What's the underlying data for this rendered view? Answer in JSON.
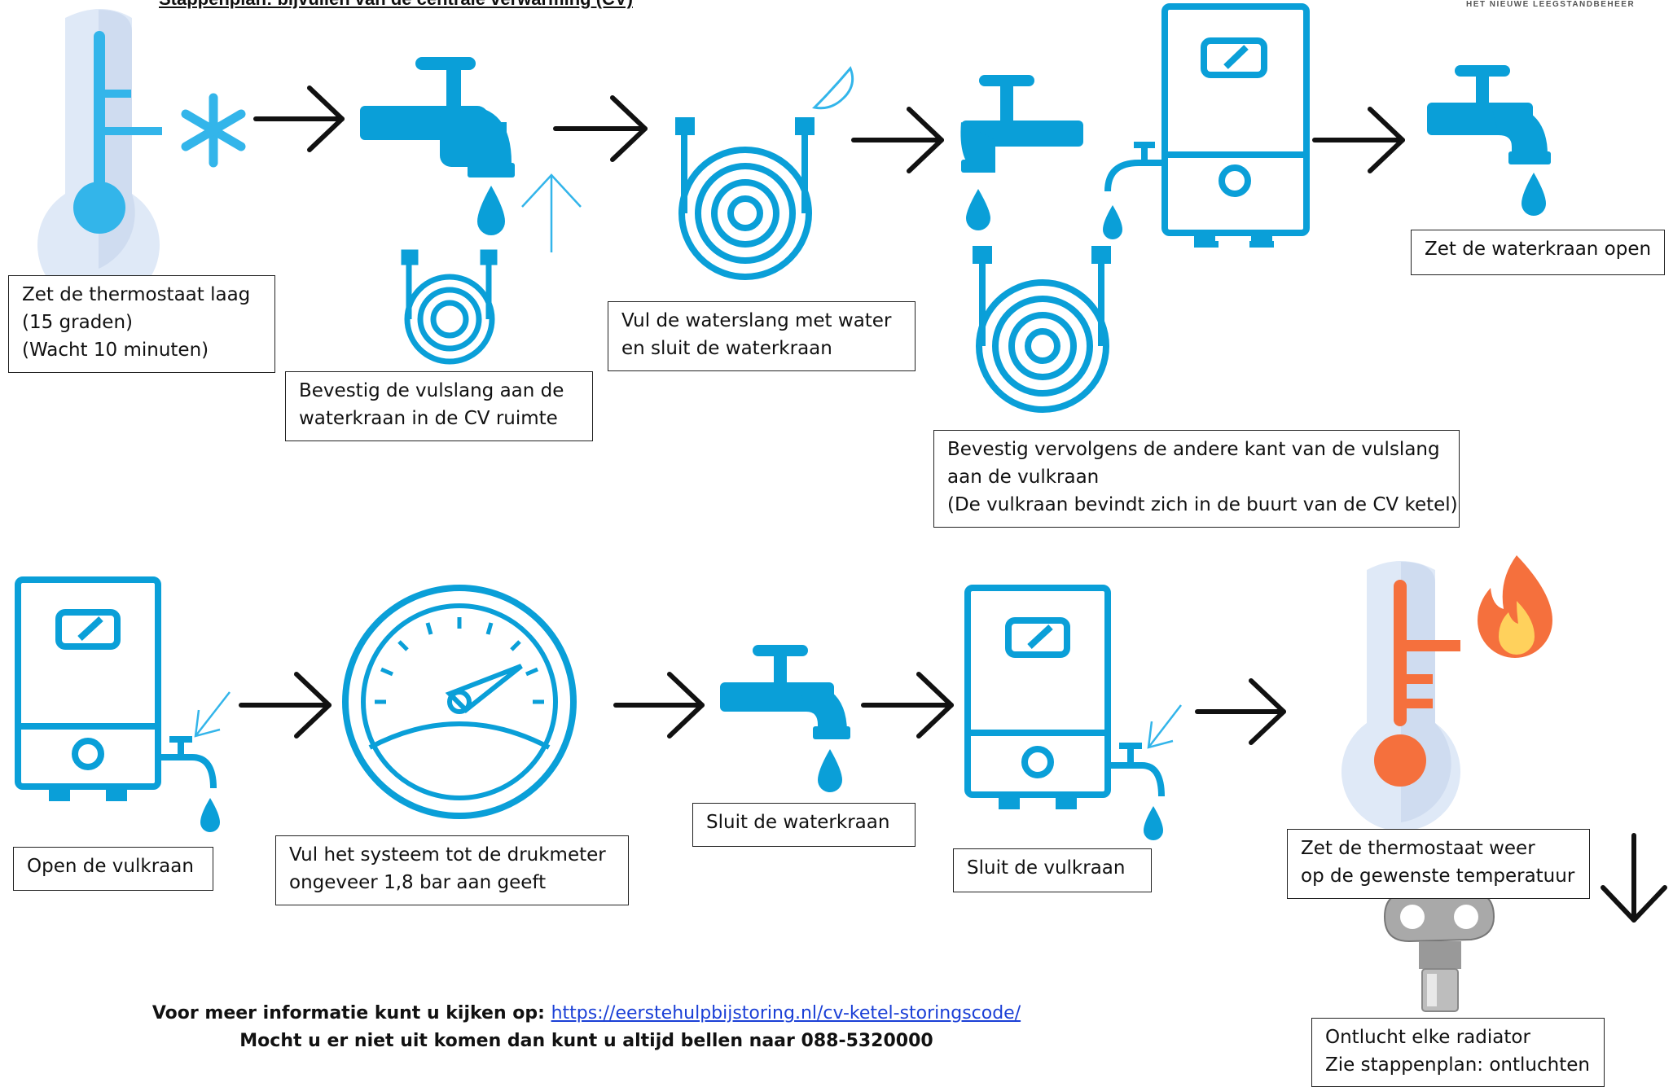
{
  "header": {
    "title": "Stappenplan: bijvullen  van de centrale verwarming (CV)",
    "brand": "HET NIEUWE LEEGSTANDBEHEER"
  },
  "steps": [
    {
      "lines": [
        "Zet de thermostaat laag",
        "(15 graden)",
        "(Wacht 10 minuten)"
      ]
    },
    {
      "lines": [
        "Bevestig de vulslang aan de",
        "waterkraan in de CV ruimte"
      ]
    },
    {
      "lines": [
        "Vul de waterslang met water",
        "en sluit de waterkraan"
      ]
    },
    {
      "lines": [
        "Bevestig vervolgens de andere kant van de vulslang",
        "aan de vulkraan",
        "(De vulkraan bevindt zich in de buurt van de CV ketel)"
      ]
    },
    {
      "lines": [
        "Zet de waterkraan open"
      ]
    },
    {
      "lines": [
        "Open de vulkraan"
      ]
    },
    {
      "lines": [
        "Vul het systeem tot de drukmeter",
        "ongeveer 1,8 bar aan geeft"
      ]
    },
    {
      "lines": [
        "Sluit de waterkraan"
      ]
    },
    {
      "lines": [
        "Sluit de vulkraan"
      ]
    },
    {
      "lines": [
        "Zet de thermostaat weer",
        "op de gewenste temperatuur"
      ]
    },
    {
      "lines": [
        "Ontlucht elke radiator",
        "Zie stappenplan: ontluchten"
      ]
    }
  ],
  "footer": {
    "info_prefix": "Voor meer informatie kunt u kijken op: ",
    "info_link": "https://eerstehulpbijstoring.nl/cv-ketel-storingscode/",
    "phone_line": "Mocht u er niet uit komen dan kunt u altijd bellen naar 088-5320000"
  },
  "colors": {
    "blue": "#0a9fd8",
    "thermo_light": "#dfe9f7",
    "orange": "#f5703d",
    "flame_yellow": "#ffd15c"
  }
}
